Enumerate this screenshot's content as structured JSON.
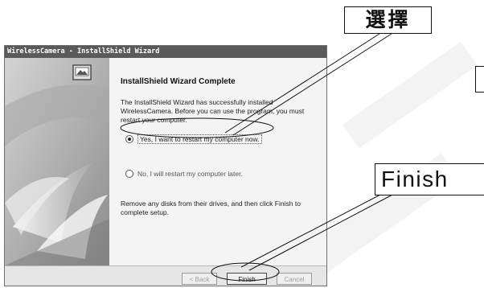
{
  "window": {
    "title": "WirelessCamera - InstallShield Wizard"
  },
  "content": {
    "heading": "InstallShield Wizard Complete",
    "paragraph": "The InstallShield Wizard has successfully installed WirelessCamera. Before you can use the program, you must restart your computer.",
    "options": [
      {
        "label": "Yes, I want to restart my computer now.",
        "selected": true
      },
      {
        "label": "No, I will restart my computer later.",
        "selected": false
      }
    ],
    "footer": "Remove any disks from their drives, and then click Finish to complete setup."
  },
  "buttons": {
    "back": "< Back",
    "finish": "Finish",
    "cancel": "Cancel"
  },
  "callouts": {
    "select": "選擇",
    "finish": "Finish"
  },
  "icons": {
    "wizard": "computer-setup-icon"
  }
}
